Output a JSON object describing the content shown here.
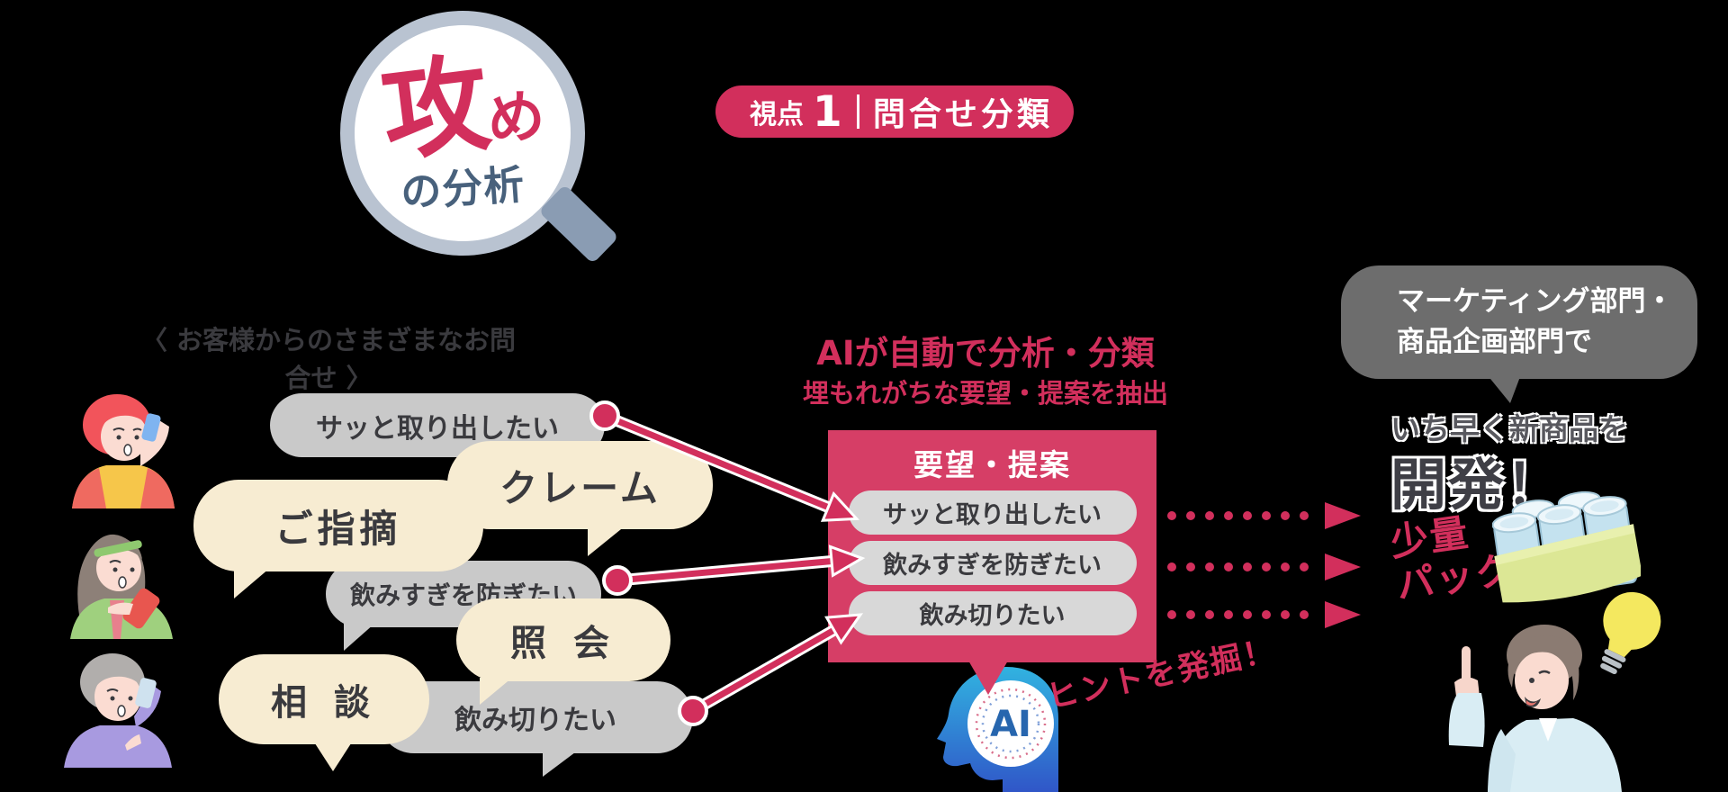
{
  "colors": {
    "crimson": "#d22f5c",
    "crimson-box": "#d63e66",
    "cream": "#f7ecd2",
    "bubble-gray": "#c9c9c9",
    "pill-gray": "#d8d8d8",
    "dark-text": "#3a3a3e",
    "slate": "#48617c",
    "ring": "#b9c3d1",
    "handle": "#8a9cb3",
    "dept-gray": "#6d6d6d",
    "headline-gray": "#58585e",
    "develop-dark": "#3f3f46",
    "ai-blue": "#2766ae"
  },
  "magnifier": {
    "word_main": "攻",
    "word_small": "め",
    "word_sub": "の分析"
  },
  "banner": {
    "label": "視点",
    "number": "1",
    "title": "問合せ分類"
  },
  "customers": {
    "heading": "〈 お客様からのさまざまなお問合せ 〉",
    "bubbles": [
      {
        "text": "サッと取り出したい",
        "style": "gray"
      },
      {
        "text": "クレーム",
        "style": "cream"
      },
      {
        "text": "ご指摘",
        "style": "cream"
      },
      {
        "text": "飲みすぎを防ぎたい",
        "style": "gray"
      },
      {
        "text": "照 会",
        "style": "cream"
      },
      {
        "text": "相 談",
        "style": "cream"
      },
      {
        "text": "飲み切りたい",
        "style": "gray"
      }
    ]
  },
  "analysis": {
    "headline": "AIが自動で分析・分類",
    "subheadline": "埋もれがちな要望・提案を抽出",
    "box_title": "要望・提案",
    "pills": [
      "サッと取り出したい",
      "飲みすぎを防ぎたい",
      "飲み切りたい"
    ],
    "ai_label": "AI",
    "hint": "ヒントを発掘！"
  },
  "outcome": {
    "dept_line1": "マーケティング部門・",
    "dept_line2": "商品企画部門で",
    "lead": "いち早く新商品を",
    "develop": "開発！",
    "product_line1": "少量",
    "product_line2": "パック"
  }
}
